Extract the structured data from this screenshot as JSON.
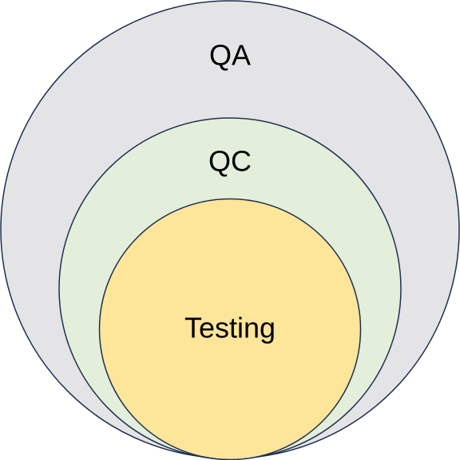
{
  "diagram": {
    "layers": [
      {
        "label": "QA",
        "fill": "#E4E4E6",
        "stroke": "#1F2F4F"
      },
      {
        "label": "QC",
        "fill": "#E3EFDB",
        "stroke": "#1F2F4F"
      },
      {
        "label": "Testing",
        "fill": "#FDE59A",
        "stroke": "#1F2F4F"
      }
    ]
  }
}
